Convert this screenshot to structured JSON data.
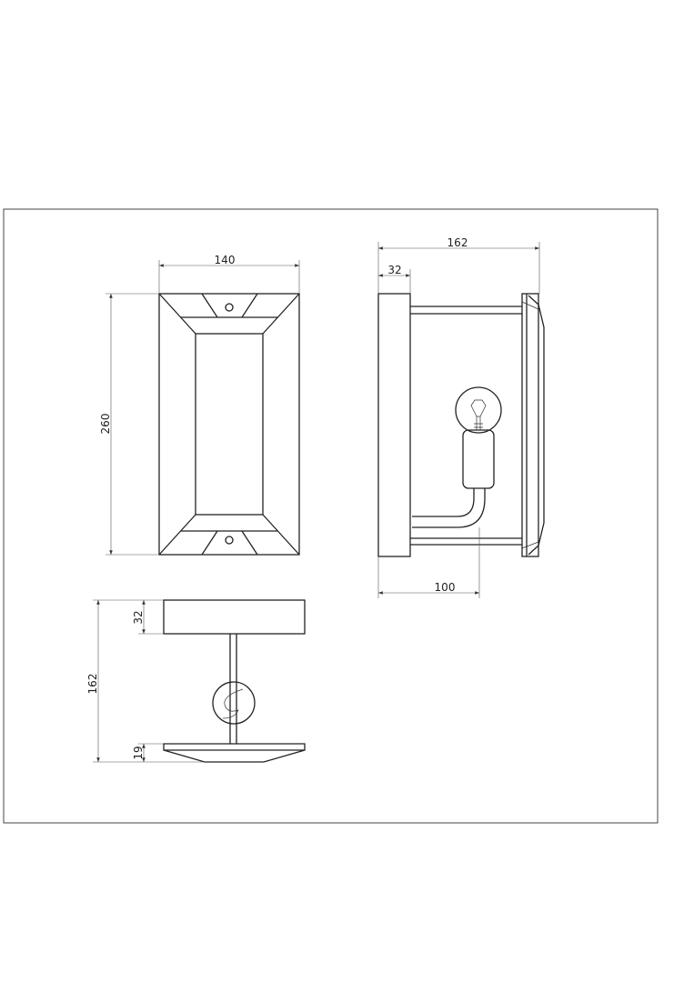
{
  "front_view": {
    "width_label": "140",
    "height_label": "260"
  },
  "side_view": {
    "depth_label": "162",
    "plate_label": "32",
    "arm_label": "100"
  },
  "top_view": {
    "depth_label": "162",
    "plate_label": "32",
    "shade_label": "19"
  }
}
